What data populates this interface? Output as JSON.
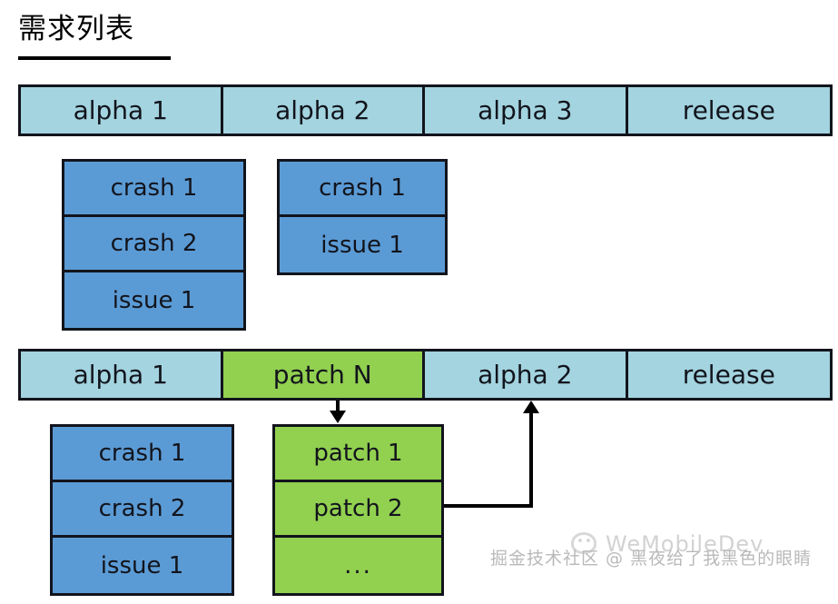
{
  "title": "需求列表",
  "palette": {
    "light_blue": "#a3d4e0",
    "blue": "#5b9bd5",
    "green": "#92d050",
    "border": "#12141c",
    "background": "#ffffff"
  },
  "timeline_top": {
    "cells": [
      {
        "label": "alpha 1",
        "color": "light_blue"
      },
      {
        "label": "alpha 2",
        "color": "light_blue"
      },
      {
        "label": "alpha 3",
        "color": "light_blue"
      },
      {
        "label": "release",
        "color": "light_blue"
      }
    ]
  },
  "timeline_bottom": {
    "cells": [
      {
        "label": "alpha 1",
        "color": "light_blue"
      },
      {
        "label": "patch N",
        "color": "green"
      },
      {
        "label": "alpha 2",
        "color": "light_blue"
      },
      {
        "label": "release",
        "color": "light_blue"
      }
    ]
  },
  "stacks_top": [
    {
      "name": "alpha1-items",
      "items": [
        "crash 1",
        "crash 2",
        "issue 1"
      ]
    },
    {
      "name": "alpha2-items",
      "items": [
        "crash 1",
        "issue 1"
      ]
    }
  ],
  "stacks_bottom": [
    {
      "name": "alpha1-items",
      "items": [
        "crash 1",
        "crash 2",
        "issue 1"
      ]
    },
    {
      "name": "patch-items",
      "items": [
        "patch 1",
        "patch 2",
        "..."
      ]
    }
  ],
  "watermarks": {
    "chinese": "掘金技术社区 @ 黑夜给了我黑色的眼睛",
    "brand": "WeMobileDev"
  }
}
